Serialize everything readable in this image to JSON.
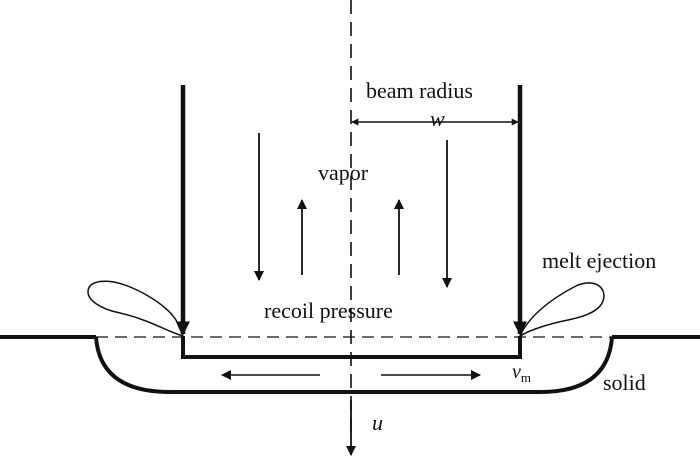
{
  "labels": {
    "beam_radius": "beam radius",
    "w": "w",
    "vapor": "vapor",
    "recoil_pressure": "recoil pressure",
    "melt_ejection": "melt ejection",
    "v": "v",
    "v_sub": "m",
    "solid": "solid",
    "u": "u"
  },
  "colors": {
    "stroke": "#111111",
    "background": "#ffffff"
  }
}
